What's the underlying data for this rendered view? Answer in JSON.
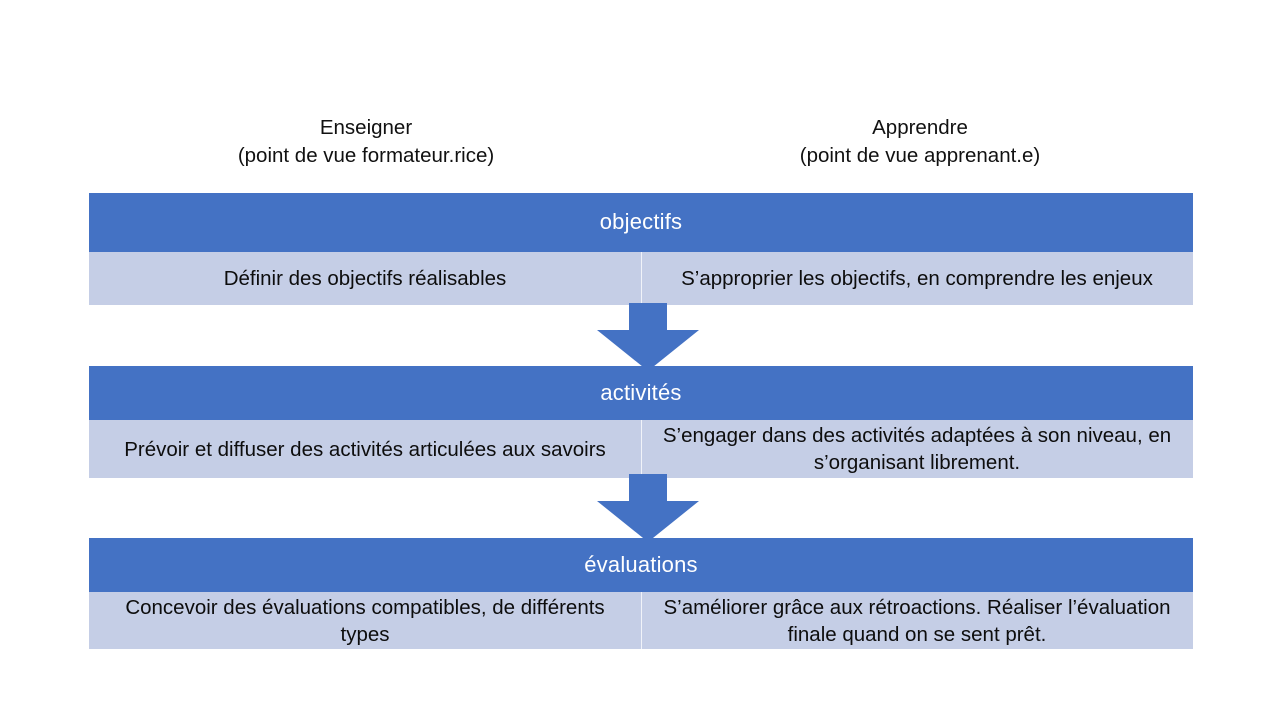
{
  "colors": {
    "accent_dark_blue": "#4472C4",
    "band_light_blue": "#C5CEE6",
    "title_text": "#FFFFFF",
    "body_text": "#0D0D0D",
    "background": "#FFFFFF"
  },
  "headers": {
    "left": {
      "title": "Enseigner",
      "subtitle": "(point de vue formateur.rice)"
    },
    "right": {
      "title": "Apprendre",
      "subtitle": "(point de vue apprenant.e)"
    }
  },
  "stages": [
    {
      "id": "objectifs",
      "title": "objectifs",
      "teaching": "Définir des objectifs réalisables",
      "learning": "S’approprier les objectifs, en comprendre les enjeux"
    },
    {
      "id": "activites",
      "title": "activités",
      "teaching": "Prévoir et diffuser des activités articulées aux savoirs",
      "learning": "S’engager dans des activités adaptées à son niveau, en s’organisant librement."
    },
    {
      "id": "evaluations",
      "title": "évaluations",
      "teaching": "Concevoir des évaluations compatibles,  de différents types",
      "learning": "S’améliorer grâce aux rétroactions. Réaliser l’évaluation finale quand on se sent prêt."
    }
  ],
  "connectors": [
    {
      "id": "arrow-objectifs-to-activites",
      "icon": "down-arrow-icon"
    },
    {
      "id": "arrow-activites-to-evaluations",
      "icon": "down-arrow-icon"
    }
  ]
}
